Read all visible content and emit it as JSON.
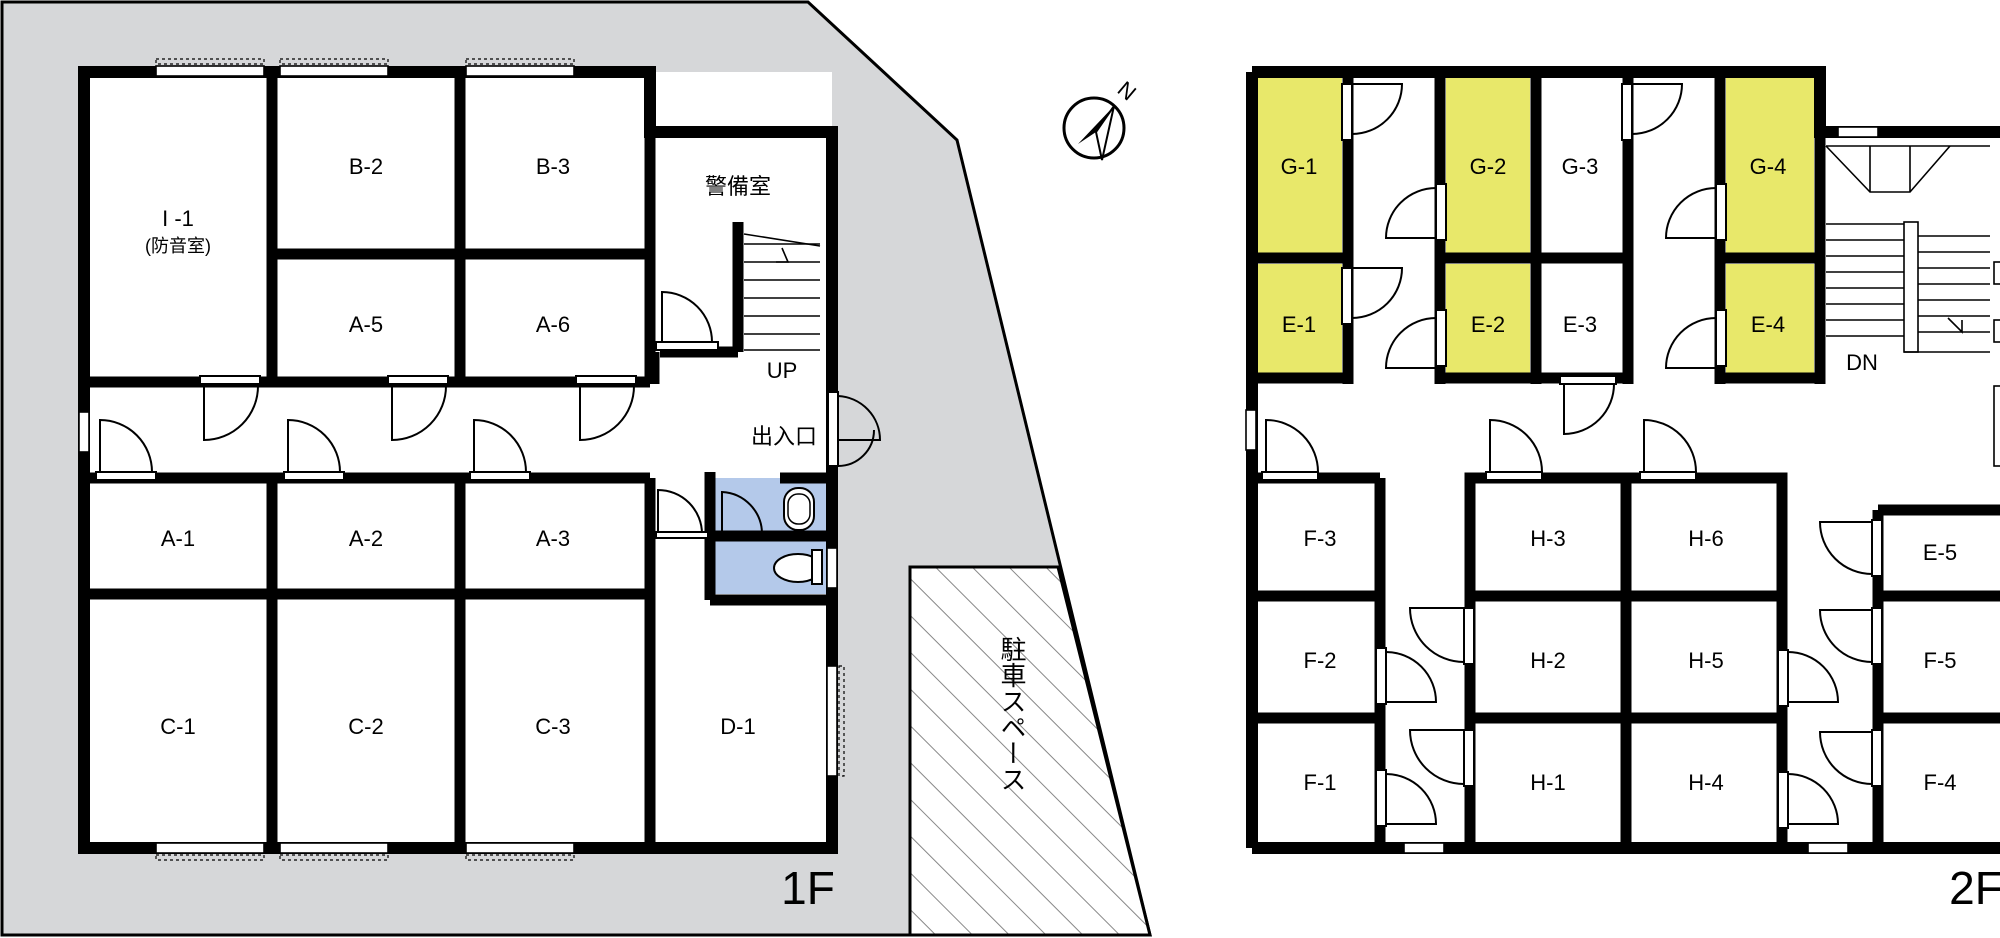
{
  "floor1": {
    "floor_label": "1F",
    "rooms": [
      {
        "id": "I-1",
        "label": "I -1",
        "sublabel": "(防音室)"
      },
      {
        "id": "B-2",
        "label": "B-2"
      },
      {
        "id": "B-3",
        "label": "B-3"
      },
      {
        "id": "A-5",
        "label": "A-5"
      },
      {
        "id": "A-6",
        "label": "A-6"
      },
      {
        "id": "A-1",
        "label": "A-1"
      },
      {
        "id": "A-2",
        "label": "A-2"
      },
      {
        "id": "A-3",
        "label": "A-3"
      },
      {
        "id": "C-1",
        "label": "C-1"
      },
      {
        "id": "C-2",
        "label": "C-2"
      },
      {
        "id": "C-3",
        "label": "C-3"
      },
      {
        "id": "D-1",
        "label": "D-1"
      }
    ],
    "guard_room": "警備室",
    "stairs_label": "UP",
    "entrance": "出入口",
    "parking": "駐車スペース"
  },
  "floor2": {
    "floor_label": "2F",
    "stairs_label": "DN",
    "rooms": [
      {
        "id": "G-1",
        "label": "G-1",
        "highlight": true
      },
      {
        "id": "G-2",
        "label": "G-2",
        "highlight": true
      },
      {
        "id": "G-3",
        "label": "G-3",
        "highlight": false
      },
      {
        "id": "G-4",
        "label": "G-4",
        "highlight": true
      },
      {
        "id": "E-1",
        "label": "E-1",
        "highlight": true
      },
      {
        "id": "E-2",
        "label": "E-2",
        "highlight": true
      },
      {
        "id": "E-3",
        "label": "E-3",
        "highlight": false
      },
      {
        "id": "E-4",
        "label": "E-4",
        "highlight": true
      },
      {
        "id": "F-3",
        "label": "F-3",
        "highlight": false
      },
      {
        "id": "F-2",
        "label": "F-2",
        "highlight": false
      },
      {
        "id": "F-1",
        "label": "F-1",
        "highlight": false
      },
      {
        "id": "H-3",
        "label": "H-3",
        "highlight": false
      },
      {
        "id": "H-6",
        "label": "H-6",
        "highlight": false
      },
      {
        "id": "H-2",
        "label": "H-2",
        "highlight": false
      },
      {
        "id": "H-5",
        "label": "H-5",
        "highlight": false
      },
      {
        "id": "H-1",
        "label": "H-1",
        "highlight": false
      },
      {
        "id": "H-4",
        "label": "H-4",
        "highlight": false
      },
      {
        "id": "E-5",
        "label": "E-5",
        "highlight": false
      },
      {
        "id": "F-5",
        "label": "F-5",
        "highlight": false
      },
      {
        "id": "F-4",
        "label": "F-4",
        "highlight": false
      }
    ]
  },
  "compass": {
    "north_label": "N"
  },
  "colors": {
    "site": "#d6d7d9",
    "highlight": "#e8e86a",
    "washroom": "#b4c9ea",
    "wall": "#000000",
    "background": "#ffffff"
  }
}
